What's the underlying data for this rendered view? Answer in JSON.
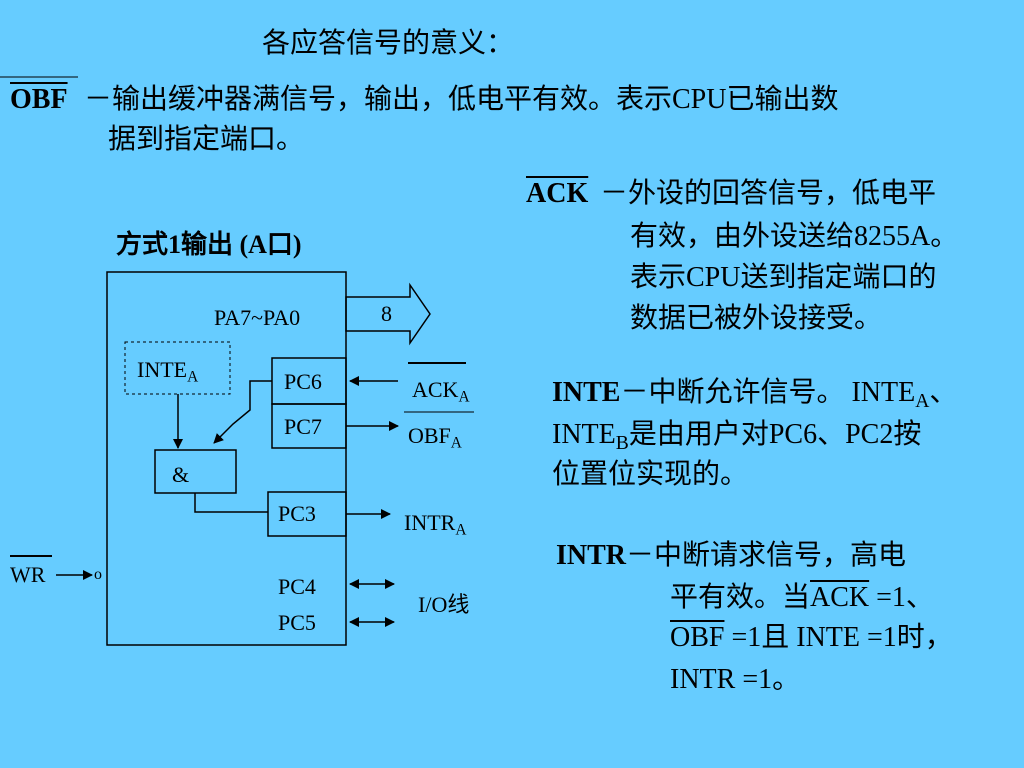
{
  "heading": "各应答信号的意义：",
  "obf_desc": {
    "term": "OBF",
    "line1": "－输出缓冲器满信号，输出，低电平有效。表示CPU已输出数",
    "line2": "据到指定端口。"
  },
  "ack_desc": {
    "term": "ACK",
    "line1": "－外设的回答信号，低电平",
    "line2": "有效，由外设送给8255A。",
    "line3": "表示CPU送到指定端口的",
    "line4": "数据已被外设接受。"
  },
  "inte_desc": {
    "term": "INTE",
    "line1": "－中断允许信号。 INTE",
    "sub_a": "A",
    "sep": "、",
    "line2a": "INTE",
    "sub_b": "B",
    "line2b": "是由用户对PC6、PC2按",
    "line3": "位置位实现的。"
  },
  "intr_desc": {
    "term": "INTR",
    "line1": "－中断请求信号，高电",
    "line2a": "平有效。当",
    "ack": "ACK",
    "line2b": " =1、",
    "obf": "OBF",
    "line3a": " =1且 INTE =1时，",
    "line4": "INTR =1。"
  },
  "diagram": {
    "title": "方式1输出 (A口)",
    "port_label": "PA7~PA0",
    "bus_width": "8",
    "inte": "INTE",
    "inte_sub": "A",
    "pc6": "PC6",
    "pc7": "PC7",
    "pc3": "PC3",
    "pc4": "PC4",
    "pc5": "PC5",
    "and_gate": "&",
    "ack": "ACK",
    "ack_sub": "A",
    "obf": "OBF",
    "obf_sub": "A",
    "intr": "INTR",
    "intr_sub": "A",
    "io": "I/O线",
    "wr": "WR",
    "wr_bubble": "o"
  }
}
